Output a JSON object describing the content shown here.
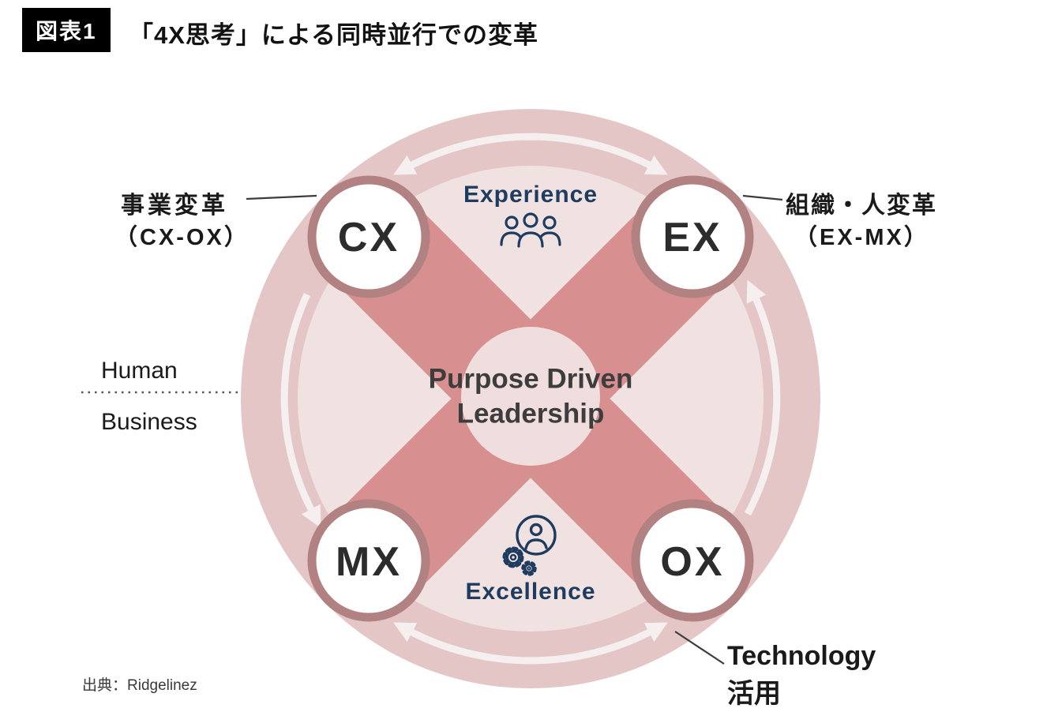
{
  "header": {
    "badge": "図表1",
    "title": "「4X思考」による同時並行での変革"
  },
  "diagram": {
    "center": {
      "line1": "Purpose Driven",
      "line2": "Leadership"
    },
    "nodes": {
      "cx": "CX",
      "ex": "EX",
      "mx": "MX",
      "ox": "OX"
    },
    "axes": {
      "top": "Experience",
      "bottom": "Excellence"
    },
    "side": {
      "upper": "Human",
      "lower": "Business"
    },
    "annotations": {
      "business": {
        "line1": "事業変革",
        "line2": "（CX-OX）"
      },
      "organization": {
        "line1": "組織・人変革",
        "line2": "（EX-MX）"
      },
      "technology": {
        "line1": "Technology",
        "line2": "活用"
      }
    },
    "icons": {
      "top": "people-icon",
      "bottom": "person-gear-icon"
    },
    "colors": {
      "ring": "#e4c6c6",
      "inner_disc": "#f1e2e2",
      "cross": "#d78f8f",
      "center_circle": "#f0dddd",
      "node_ring": "#b28181",
      "node_fill": "#ffffff",
      "arrow": "#f6efef",
      "navy": "#1e3c5f"
    }
  },
  "footer": {
    "source": "出典：Ridgelinez"
  }
}
